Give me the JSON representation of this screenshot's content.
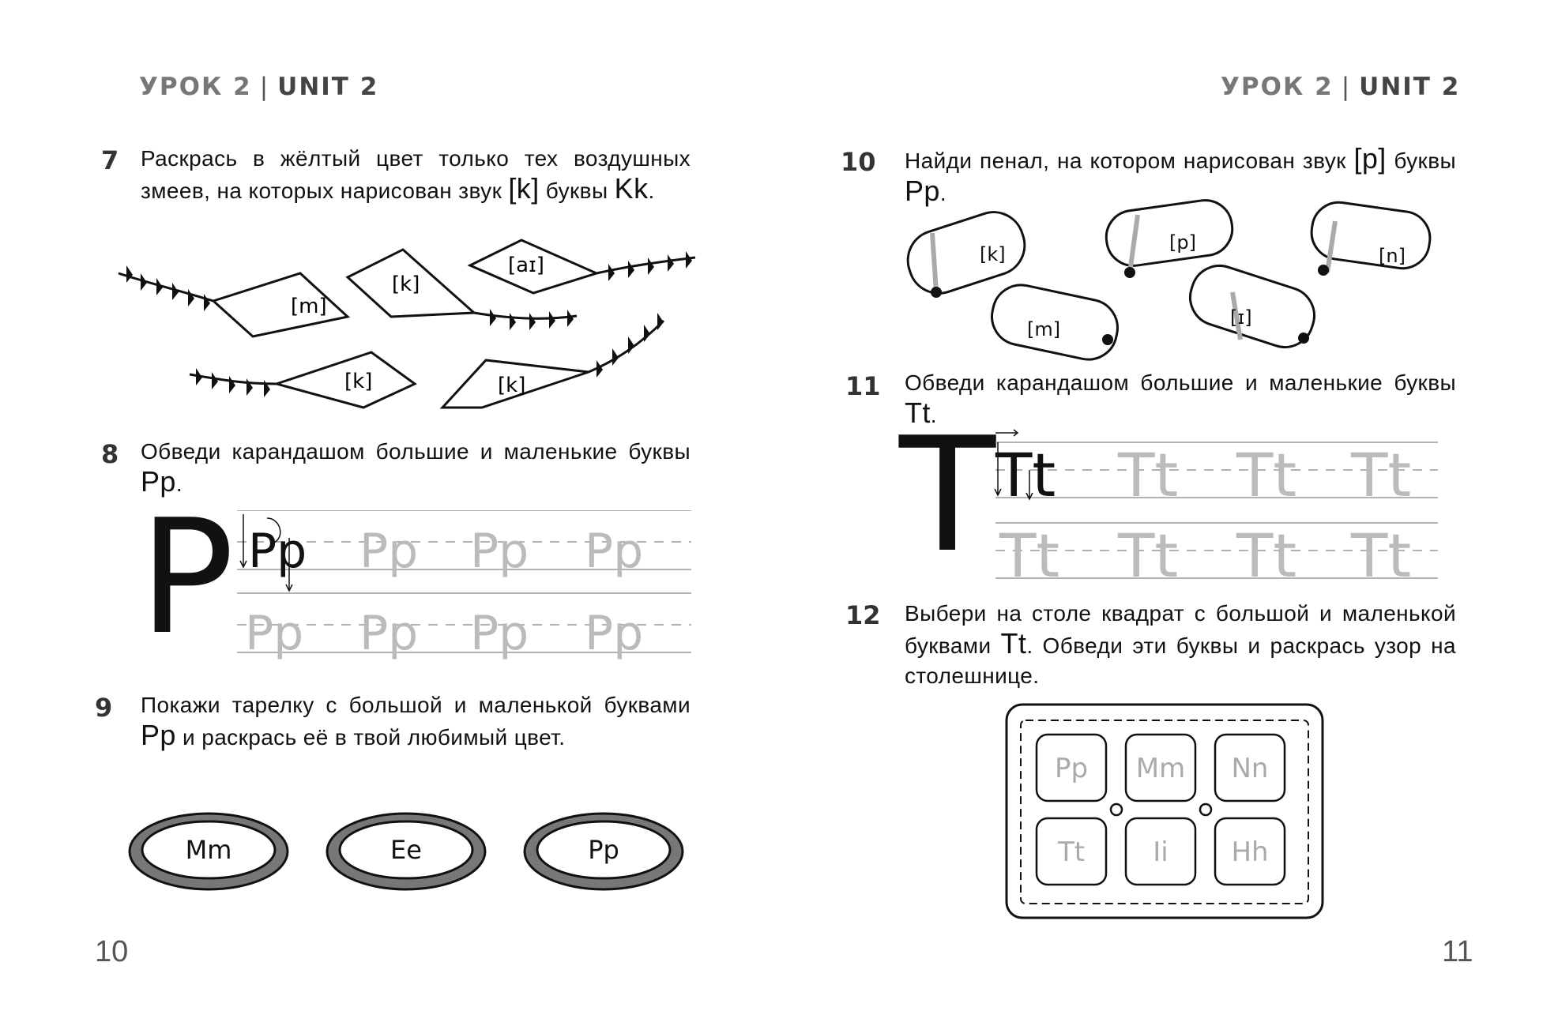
{
  "header_left": {
    "ru": "УРОК 2",
    "en": "UNIT 2"
  },
  "header_right": {
    "ru": "УРОК 2",
    "en": "UNIT 2"
  },
  "task7": {
    "number": "7",
    "text_before": "Раскрась в жёлтый цвет только тех воз­душных змеев, на которых нарисован звук ",
    "sound": "[k]",
    "text_mid": " буквы ",
    "letters": "Kk",
    "text_after": ".",
    "kites": [
      "[m]",
      "[k]",
      "[aɪ]",
      "[k]",
      "[k]"
    ]
  },
  "task8": {
    "number": "8",
    "text_before": "Обведи карандашом большие и маленькие буквы ",
    "letters": "Pp",
    "text_after": ".",
    "big_letter": "P",
    "sample": "Pp",
    "trace": "Pp"
  },
  "task9": {
    "number": "9",
    "text_before": "Покажи тарелку с большой и маленькой буквами ",
    "letters": "Pp",
    "text_after": " и раскрась её в твой люби­мый цвет.",
    "plates": [
      "Mm",
      "Ee",
      "Pp"
    ]
  },
  "task10": {
    "number": "10",
    "text_before": "Найди пенал, на котором нарисован звук ",
    "sound": "[p]",
    "text_mid": " буквы ",
    "letters": "Pp",
    "text_after": ".",
    "cases": [
      "[k]",
      "[p]",
      "[n]",
      "[m]",
      "[ɪ]"
    ]
  },
  "task11": {
    "number": "11",
    "text_before": "Обведи карандашом большие и маленькие буквы ",
    "letters": "Tt",
    "text_after": ".",
    "big_letter": "T",
    "sample": "Tt",
    "trace": "Tt"
  },
  "task12": {
    "number": "12",
    "text_before": "Выбери на столе квадрат с большой и маленькой буквами ",
    "letters": "Tt",
    "text_after": ". Обведи эти бук­вы и раскрась узор на столешнице.",
    "tiles": [
      "Pp",
      "Mm",
      "Nn",
      "Tt",
      "Ii",
      "Hh"
    ]
  },
  "page_numbers": {
    "left": "10",
    "right": "11"
  }
}
